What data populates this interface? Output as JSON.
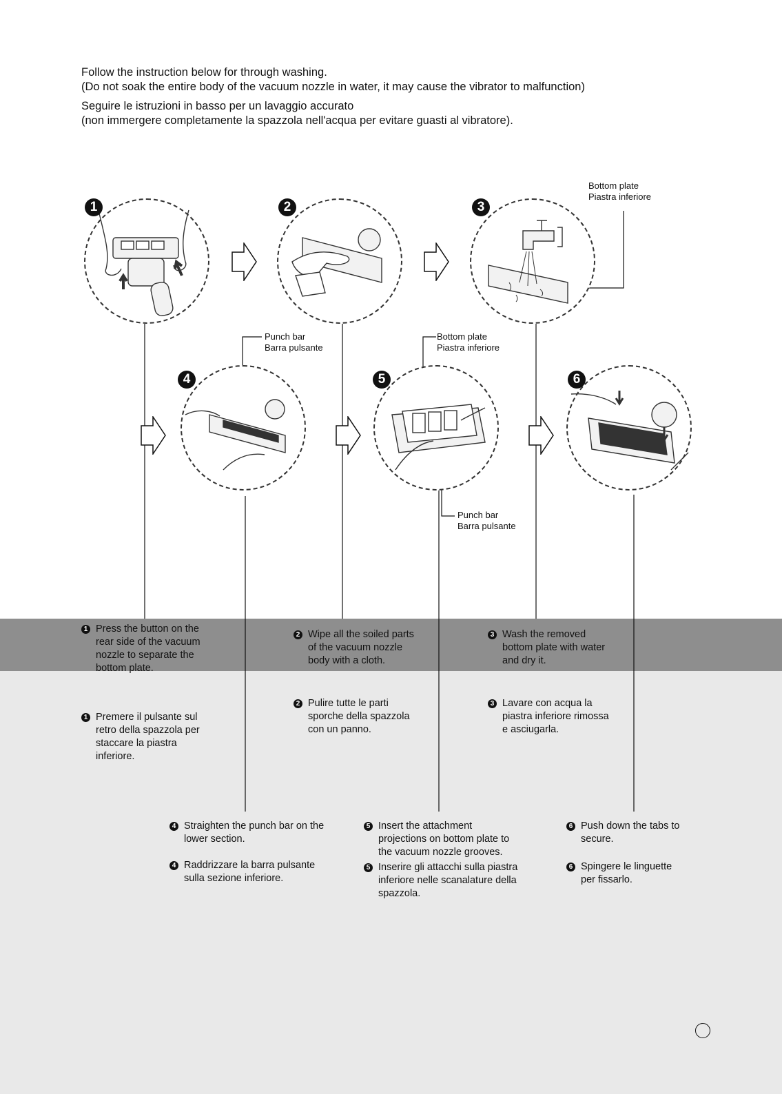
{
  "intro": {
    "en_line1": "Follow the instruction below for through washing.",
    "en_line2": "(Do not soak the entire body of the vacuum nozzle in water, it may cause the vibrator to malfunction)",
    "it_line1": "Seguire le istruzioni in basso per un lavaggio accurato",
    "it_line2": "(non immergere completamente la spazzola nell'acqua per evitare guasti al vibratore)."
  },
  "step_numbers": [
    "1",
    "2",
    "3",
    "4",
    "5",
    "6"
  ],
  "callouts": {
    "step3_bottom_plate_en": "Bottom plate",
    "step3_bottom_plate_it": "Piastra inferiore",
    "step4_punch_bar_en": "Punch bar",
    "step4_punch_bar_it": "Barra pulsante",
    "step5_bottom_plate_en": "Bottom plate",
    "step5_bottom_plate_it": "Piastra inferiore",
    "step5_punch_bar_en": "Punch bar",
    "step5_punch_bar_it": "Barra pulsante"
  },
  "steps": {
    "s1_en": "Press the button on the\nrear side of the vacuum\nnozzle to separate the\nbottom plate.",
    "s2_en": "Wipe all the soiled parts\nof the vacuum nozzle\nbody with a cloth.",
    "s3_en": "Wash the removed\nbottom plate with water\nand dry it.",
    "s1_it": "Premere il pulsante sul\nretro della spazzola per\nstaccare la piastra\ninferiore.",
    "s2_it": "Pulire tutte le parti\nsporche della spazzola\ncon un panno.",
    "s3_it": "Lavare con acqua la\npiastra inferiore rimossa\ne asciugarla.",
    "s4_en": "Straighten the punch bar on the\nlower section.",
    "s4_it": "Raddrizzare la barra pulsante\nsulla sezione inferiore.",
    "s5_en": "Insert the attachment\nprojections on bottom plate to\nthe vacuum nozzle grooves.",
    "s5_it": "Inserire gli attacchi sulla piastra\ninferiore nelle scanalature della\nspazzola.",
    "s6_en": "Push down the tabs to\nsecure.",
    "s6_it": "Spingere le linguette\nper fissarlo."
  },
  "colors": {
    "band_dark": "#8e8e8e",
    "band_light": "#e9e9e9",
    "ink": "#111111"
  }
}
